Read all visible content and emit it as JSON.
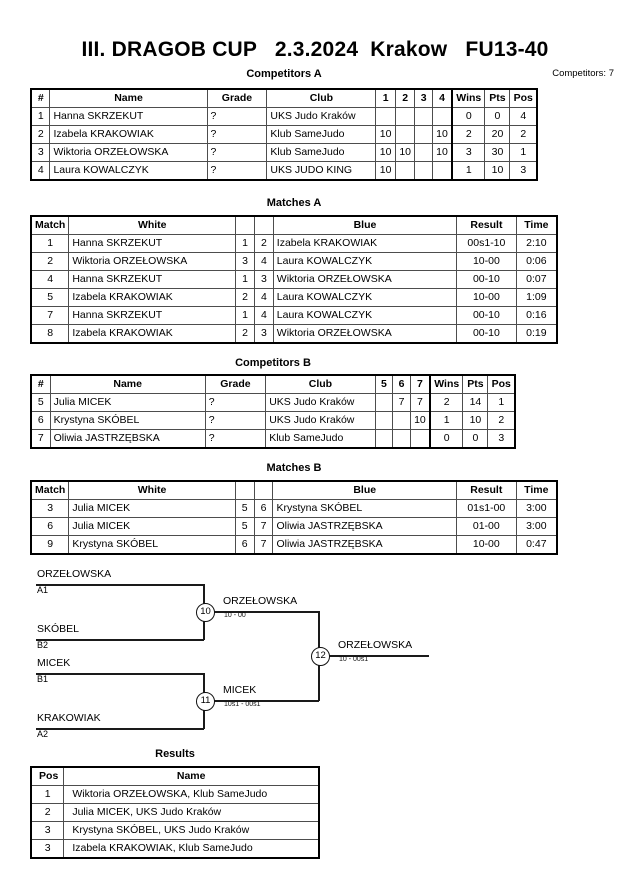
{
  "header": {
    "title": "III. DRAGOB CUP   2.3.2024  Krakow   FU13-40",
    "competitors_label": "Competitors: 7"
  },
  "competitors_a": {
    "caption": "Competitors A",
    "columns": [
      "#",
      "Name",
      "Grade",
      "Club",
      "1",
      "2",
      "3",
      "4",
      "Wins",
      "Pts",
      "Pos"
    ],
    "rows": [
      {
        "num": "1",
        "name": "Hanna SKRZEKUT",
        "grade": "?",
        "club": "UKS Judo Kraków",
        "m1": "",
        "m2": "",
        "m3": "",
        "m4": "",
        "wins": "0",
        "pts": "0",
        "pos": "4"
      },
      {
        "num": "2",
        "name": "Izabela KRAKOWIAK",
        "grade": "?",
        "club": "Klub SameJudo",
        "m1": "10",
        "m2": "",
        "m3": "",
        "m4": "10",
        "wins": "2",
        "pts": "20",
        "pos": "2"
      },
      {
        "num": "3",
        "name": "Wiktoria ORZEŁOWSKA",
        "grade": "?",
        "club": "Klub SameJudo",
        "m1": "10",
        "m2": "10",
        "m3": "",
        "m4": "10",
        "wins": "3",
        "pts": "30",
        "pos": "1"
      },
      {
        "num": "4",
        "name": "Laura KOWALCZYK",
        "grade": "?",
        "club": "UKS JUDO KING",
        "m1": "10",
        "m2": "",
        "m3": "",
        "m4": "",
        "wins": "1",
        "pts": "10",
        "pos": "3"
      }
    ]
  },
  "matches_a": {
    "caption": "Matches A",
    "columns": [
      "Match",
      "White",
      "",
      "",
      "Blue",
      "Result",
      "Time"
    ],
    "rows": [
      {
        "match": "1",
        "white": "Hanna SKRZEKUT",
        "wn": "1",
        "bn": "2",
        "blue": "Izabela KRAKOWIAK",
        "result": "00s1-10",
        "time": "2:10"
      },
      {
        "match": "2",
        "white": "Wiktoria ORZEŁOWSKA",
        "wn": "3",
        "bn": "4",
        "blue": "Laura KOWALCZYK",
        "result": "10-00",
        "time": "0:06"
      },
      {
        "match": "4",
        "white": "Hanna SKRZEKUT",
        "wn": "1",
        "bn": "3",
        "blue": "Wiktoria ORZEŁOWSKA",
        "result": "00-10",
        "time": "0:07"
      },
      {
        "match": "5",
        "white": "Izabela KRAKOWIAK",
        "wn": "2",
        "bn": "4",
        "blue": "Laura KOWALCZYK",
        "result": "10-00",
        "time": "1:09"
      },
      {
        "match": "7",
        "white": "Hanna SKRZEKUT",
        "wn": "1",
        "bn": "4",
        "blue": "Laura KOWALCZYK",
        "result": "00-10",
        "time": "0:16"
      },
      {
        "match": "8",
        "white": "Izabela KRAKOWIAK",
        "wn": "2",
        "bn": "3",
        "blue": "Wiktoria ORZEŁOWSKA",
        "result": "00-10",
        "time": "0:19"
      }
    ]
  },
  "competitors_b": {
    "caption": "Competitors B",
    "columns": [
      "#",
      "Name",
      "Grade",
      "Club",
      "5",
      "6",
      "7",
      "Wins",
      "Pts",
      "Pos"
    ],
    "rows": [
      {
        "num": "5",
        "name": "Julia MICEK",
        "grade": "?",
        "club": "UKS Judo Kraków",
        "m5": "",
        "m6": "7",
        "m7": "7",
        "wins": "2",
        "pts": "14",
        "pos": "1"
      },
      {
        "num": "6",
        "name": "Krystyna SKÓBEL",
        "grade": "?",
        "club": "UKS Judo Kraków",
        "m5": "",
        "m6": "",
        "m7": "10",
        "wins": "1",
        "pts": "10",
        "pos": "2"
      },
      {
        "num": "7",
        "name": "Oliwia JASTRZĘBSKA",
        "grade": "?",
        "club": "Klub SameJudo",
        "m5": "",
        "m6": "",
        "m7": "",
        "wins": "0",
        "pts": "0",
        "pos": "3"
      }
    ]
  },
  "matches_b": {
    "caption": "Matches B",
    "columns": [
      "Match",
      "White",
      "",
      "",
      "Blue",
      "Result",
      "Time"
    ],
    "rows": [
      {
        "match": "3",
        "white": "Julia MICEK",
        "wn": "5",
        "bn": "6",
        "blue": "Krystyna SKÓBEL",
        "result": "01s1-00",
        "time": "3:00"
      },
      {
        "match": "6",
        "white": "Julia MICEK",
        "wn": "5",
        "bn": "7",
        "blue": "Oliwia JASTRZĘBSKA",
        "result": "01-00",
        "time": "3:00"
      },
      {
        "match": "9",
        "white": "Krystyna SKÓBEL",
        "wn": "6",
        "bn": "7",
        "blue": "Oliwia JASTRZĘBSKA",
        "result": "10-00",
        "time": "0:47"
      }
    ]
  },
  "bracket": {
    "entrants": [
      {
        "name": "ORZEŁOWSKA",
        "code": "A1"
      },
      {
        "name": "SKÓBEL",
        "code": "B2"
      },
      {
        "name": "MICEK",
        "code": "B1"
      },
      {
        "name": "KRAKOWIAK",
        "code": "A2"
      }
    ],
    "semifinals": [
      {
        "node": "10",
        "winner": "ORZEŁOWSKA",
        "score": "10 - 00"
      },
      {
        "node": "11",
        "winner": "MICEK",
        "score": "10s1 - 00s1"
      }
    ],
    "final": {
      "node": "12",
      "winner": "ORZEŁOWSKA",
      "score": "10 - 00s1"
    }
  },
  "results": {
    "caption": "Results",
    "columns": [
      "Pos",
      "Name"
    ],
    "rows": [
      {
        "pos": "1",
        "name": "Wiktoria ORZEŁOWSKA, Klub SameJudo"
      },
      {
        "pos": "2",
        "name": "Julia MICEK, UKS Judo Kraków"
      },
      {
        "pos": "3",
        "name": "Krystyna SKÓBEL, UKS Judo Kraków"
      },
      {
        "pos": "3",
        "name": "Izabela KRAKOWIAK, Klub SameJudo"
      }
    ]
  }
}
